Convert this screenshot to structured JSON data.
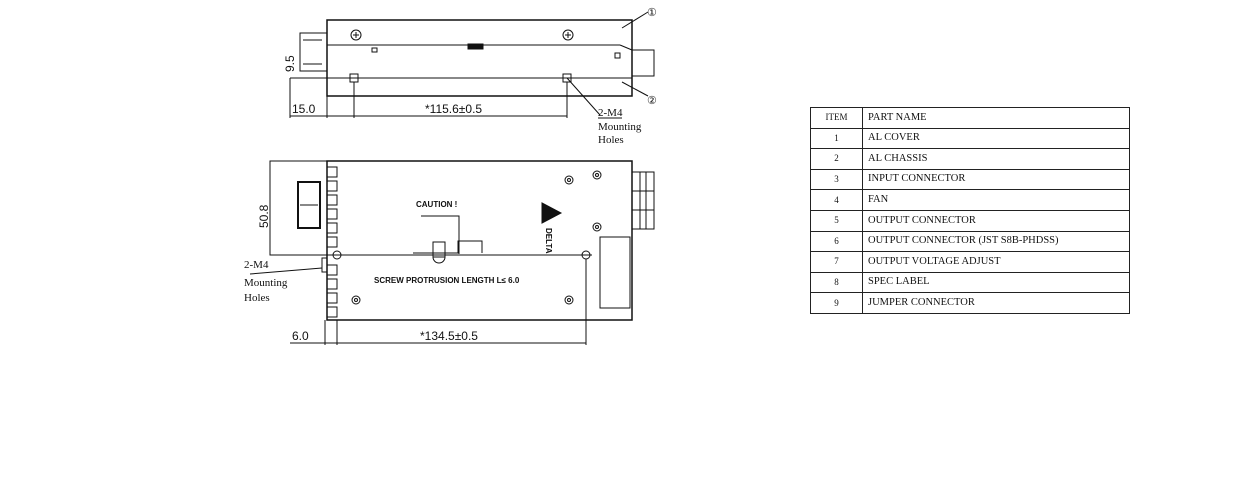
{
  "top_view": {
    "dim_height": "9.5",
    "dim_offset": "15.0",
    "dim_holes": "*115.6±0.5",
    "callout_1": "①",
    "callout_2": "②",
    "holes_label": [
      "2-M4",
      "Mounting",
      "Holes"
    ]
  },
  "bottom_view": {
    "dim_height": "50.8",
    "dim_offset": "6.0",
    "dim_holes": "*134.5±0.5",
    "caution": "CAUTION !",
    "screw_note": "SCREW PROTRUSION LENGTH L≤ 6.0",
    "logo_text": "DELTA",
    "holes_label": [
      "2-M4",
      "Mounting",
      "Holes"
    ]
  },
  "parts_table": {
    "headers": [
      "ITEM",
      "PART NAME"
    ],
    "rows": [
      [
        "1",
        "AL COVER"
      ],
      [
        "2",
        "AL CHASSIS"
      ],
      [
        "3",
        "INPUT CONNECTOR"
      ],
      [
        "4",
        "FAN"
      ],
      [
        "5",
        "OUTPUT CONNECTOR"
      ],
      [
        "6",
        "OUTPUT CONNECTOR (JST S8B-PHDSS)"
      ],
      [
        "7",
        "OUTPUT VOLTAGE ADJUST"
      ],
      [
        "8",
        "SPEC LABEL"
      ],
      [
        "9",
        "JUMPER CONNECTOR"
      ]
    ]
  }
}
